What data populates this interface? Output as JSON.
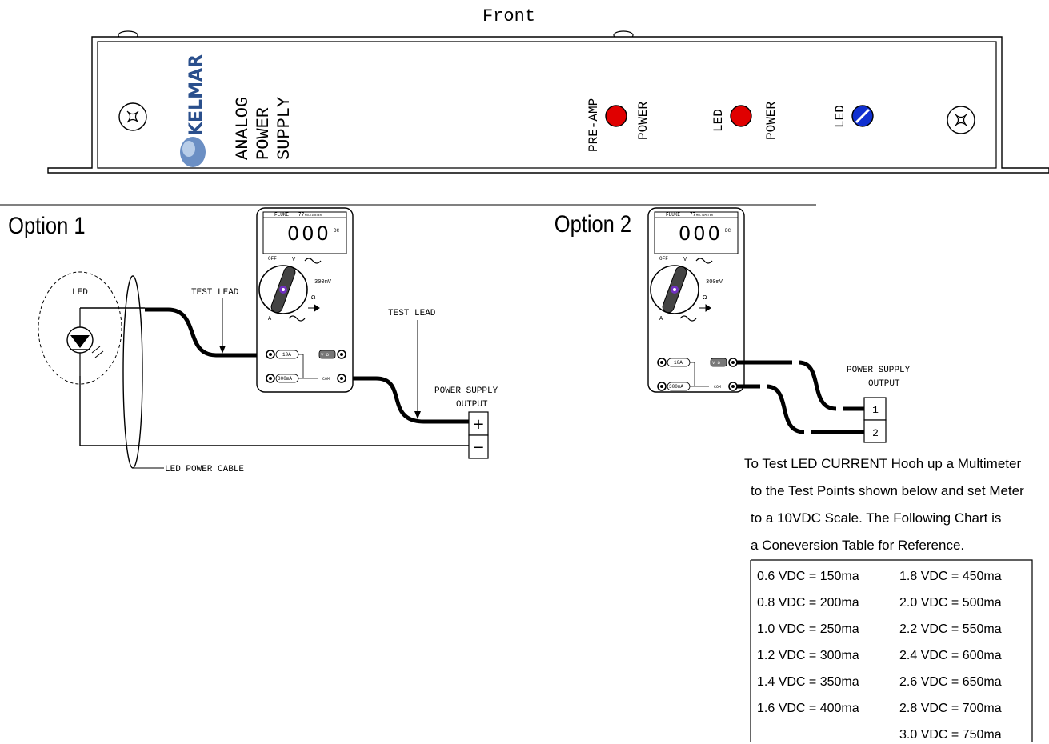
{
  "panel": {
    "title": "Front",
    "brand": "KELMAR",
    "product_lines": [
      "ANALOG",
      "POWER",
      "SUPPLY"
    ],
    "indicators": [
      {
        "lines": [
          "PRE-AMP",
          "POWER"
        ],
        "color": "#e00000"
      },
      {
        "lines": [
          "LED",
          "POWER"
        ],
        "color": "#e00000"
      },
      {
        "lines": [
          "LED"
        ],
        "color": "#1030d0"
      }
    ]
  },
  "option1": {
    "title": "Option 1",
    "led_label": "LED",
    "test_lead_left": "TEST LEAD",
    "test_lead_right": "TEST LEAD",
    "output_label_1": "POWER SUPPLY",
    "output_label_2": "OUTPUT",
    "plus": "+",
    "minus": "−",
    "cable_label": "LED POWER CABLE"
  },
  "option2": {
    "title": "Option 2",
    "output_label_1": "POWER SUPPLY",
    "output_label_2": "OUTPUT",
    "terminal_1": "1",
    "terminal_2": "2"
  },
  "meter": {
    "brand": "FLUKE",
    "model": "77",
    "model_sub": "MULTIMETER",
    "display": "000",
    "dc": "DC",
    "off": "OFF",
    "v_label": "V",
    "mv_label": "300mV",
    "ohm": "Ω",
    "a_label": "A",
    "jack_10a": "10A",
    "jack_300ma": "300mA",
    "jack_com": "COM",
    "jack_v": "V Ω"
  },
  "instructions": [
    "To Test LED CURRENT Hooh up a Multimeter",
    "to  the Test Points shown below and set Meter",
    "to a 10VDC Scale. The Following Chart is",
    "a Coneversion Table for Reference."
  ],
  "table": {
    "left": [
      "0.6 VDC  =  150ma",
      "0.8 VDC  =  200ma",
      "1.0 VDC  =  250ma",
      "1.2 VDC  =  300ma",
      "1.4 VDC  =  350ma",
      "1.6 VDC  =  400ma"
    ],
    "right": [
      "1.8 VDC  =  450ma",
      "2.0 VDC  =  500ma",
      "2.2 VDC  =  550ma",
      "2.4 VDC  =  600ma",
      "2.6 VDC  =  650ma",
      "2.8 VDC  =  700ma",
      "3.0 VDC  =  750ma"
    ]
  }
}
